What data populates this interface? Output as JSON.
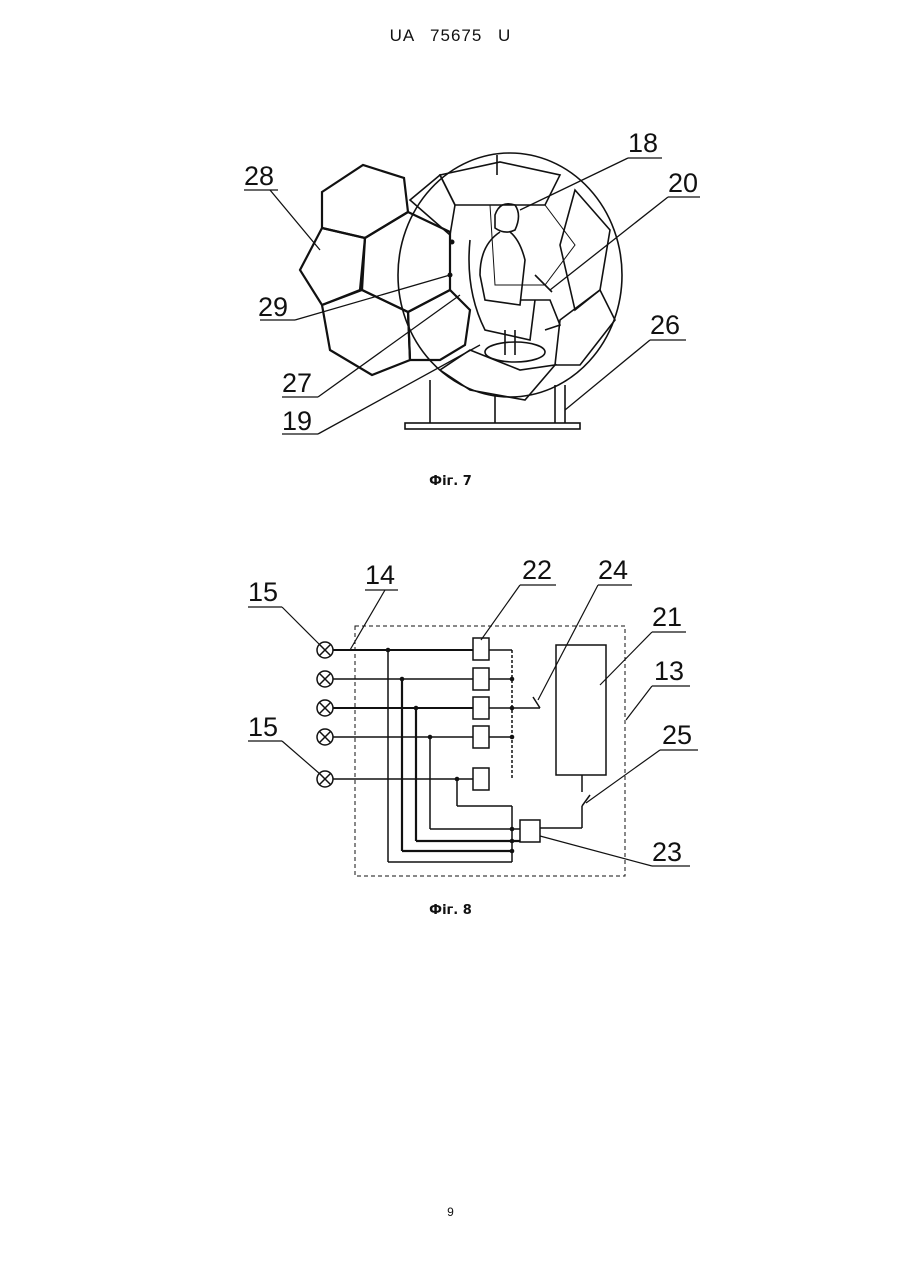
{
  "header": {
    "patent_number": "UA   75675   U"
  },
  "figure7": {
    "caption": "Фіг. 7",
    "labels": {
      "l28": "28",
      "l18": "18",
      "l20": "20",
      "l29": "29",
      "l26": "26",
      "l27": "27",
      "l19": "19"
    }
  },
  "figure8": {
    "caption": "Фіг. 8",
    "labels": {
      "l15a": "15",
      "l14": "14",
      "l22": "22",
      "l24": "24",
      "l21": "21",
      "l13": "13",
      "l15b": "15",
      "l25": "25",
      "l23": "23"
    }
  },
  "footer": {
    "page_number": "9"
  }
}
